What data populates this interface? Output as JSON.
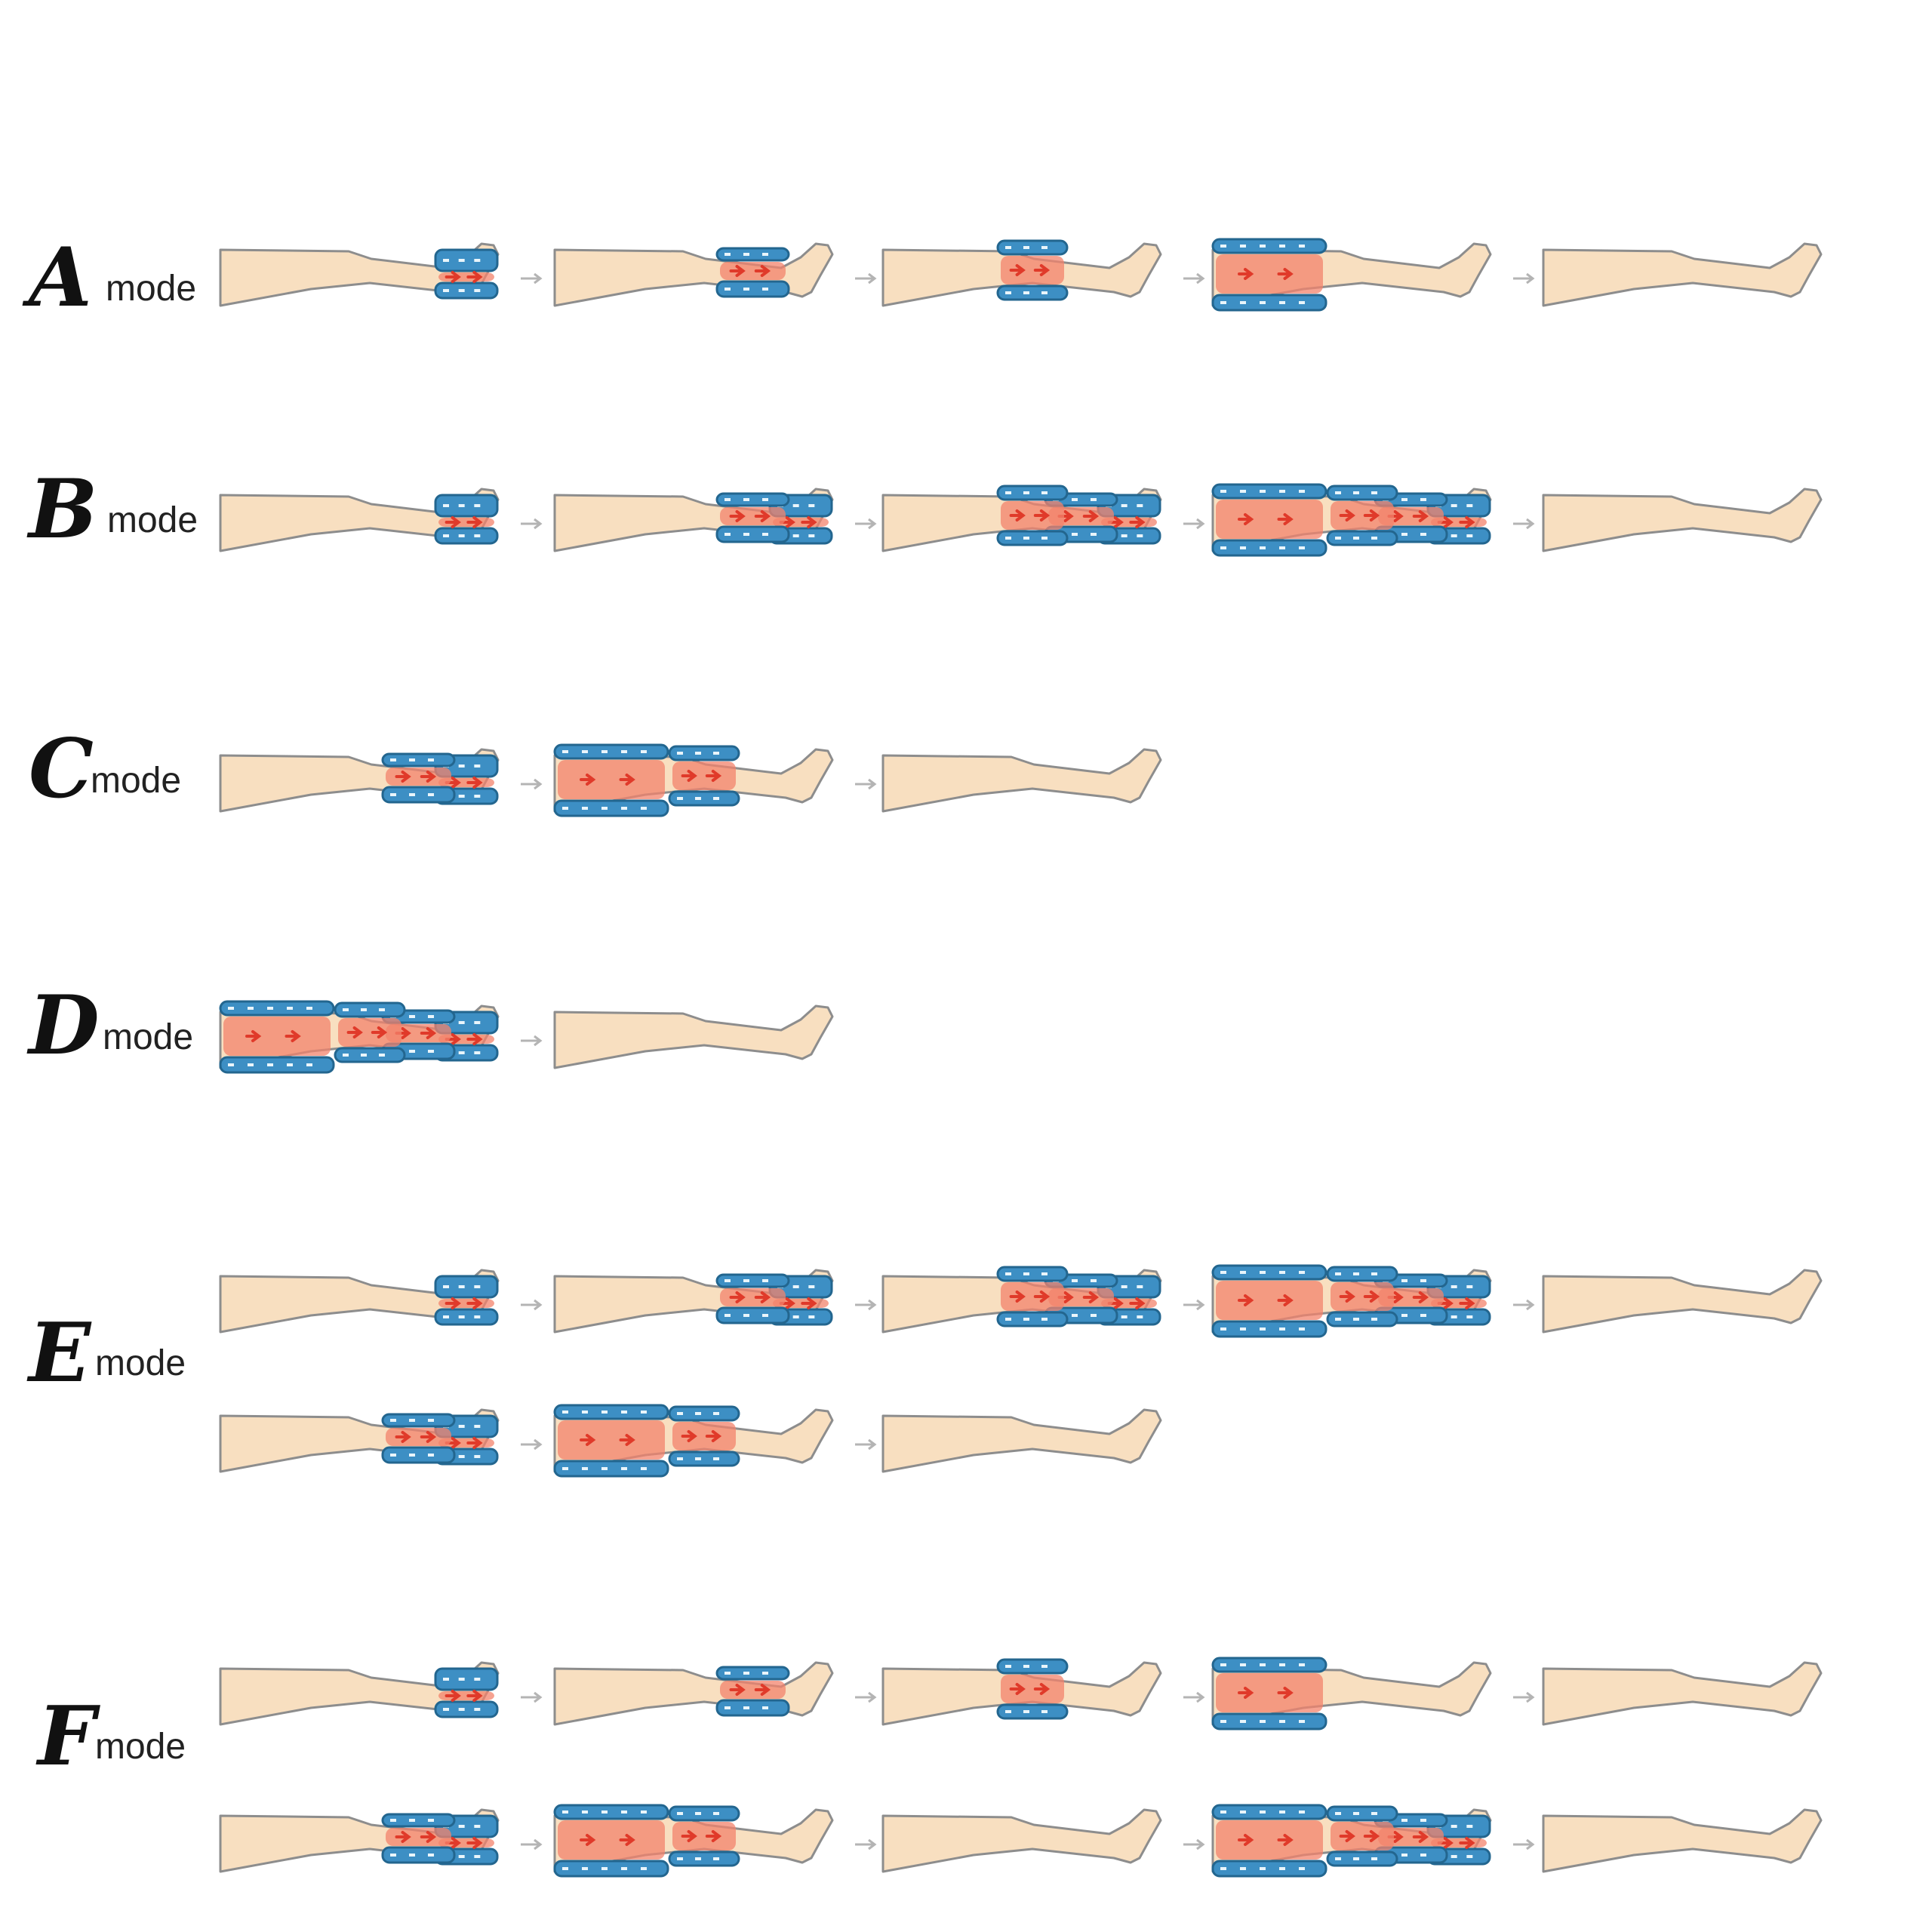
{
  "colors": {
    "skin": "#f8dfc0",
    "skin_outline": "#8d8d8d",
    "cuff": "#3d8fc4",
    "cuff_dark": "#23668f",
    "cuff_light": "#e9f5fb",
    "pressure": "#f3836c",
    "arrow_red": "#e03a2a",
    "step_arrow": "#b4b4b4"
  },
  "modes": [
    {
      "letter": "A",
      "word": "mode",
      "rows": [
        [
          [
            "foot"
          ],
          [
            "calf"
          ],
          [
            "knee"
          ],
          [
            "thigh"
          ],
          []
        ]
      ]
    },
    {
      "letter": "B",
      "word": "mode",
      "rows": [
        [
          [
            "foot"
          ],
          [
            "foot",
            "calf"
          ],
          [
            "foot",
            "calf",
            "knee"
          ],
          [
            "foot",
            "calf",
            "knee",
            "thigh"
          ],
          []
        ]
      ]
    },
    {
      "letter": "C",
      "word": "mode",
      "rows": [
        [
          [
            "foot",
            "calf"
          ],
          [
            "knee",
            "thigh"
          ],
          []
        ]
      ]
    },
    {
      "letter": "D",
      "word": "mode",
      "rows": [
        [
          [
            "foot",
            "calf",
            "knee",
            "thigh"
          ],
          []
        ]
      ]
    },
    {
      "letter": "E",
      "word": "mode",
      "rows": [
        [
          [
            "foot"
          ],
          [
            "foot",
            "calf"
          ],
          [
            "foot",
            "calf",
            "knee"
          ],
          [
            "foot",
            "calf",
            "knee",
            "thigh"
          ],
          []
        ],
        [
          [
            "foot",
            "calf"
          ],
          [
            "knee",
            "thigh"
          ],
          []
        ]
      ]
    },
    {
      "letter": "F",
      "word": "mode",
      "rows": [
        [
          [
            "foot"
          ],
          [
            "calf"
          ],
          [
            "knee"
          ],
          [
            "thigh"
          ],
          []
        ],
        [
          [
            "foot",
            "calf"
          ],
          [
            "knee",
            "thigh"
          ],
          [],
          [
            "foot",
            "calf",
            "knee",
            "thigh"
          ],
          []
        ]
      ]
    }
  ]
}
